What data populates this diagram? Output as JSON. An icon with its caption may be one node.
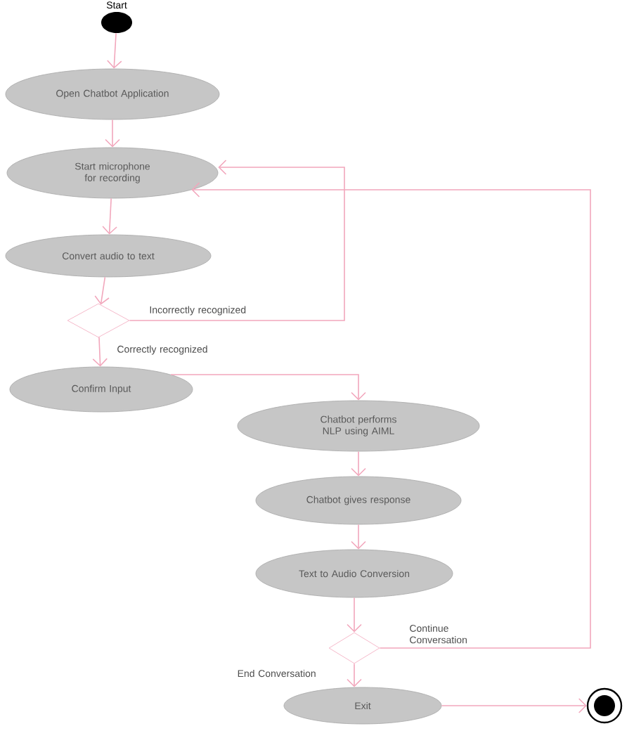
{
  "diagram": {
    "nodes": [
      {
        "text": [],
        "shape": "circle",
        "beside": [
          "Start"
        ]
      },
      {
        "text": [
          "Open Chatbot Application"
        ]
      },
      {
        "text": [
          "Start microphone for recording"
        ]
      },
      {
        "text": [
          "Convert audio to text"
        ]
      },
      {
        "text": [],
        "shape": "diamond"
      },
      {
        "text": [
          "Confirm Input"
        ]
      },
      {
        "text": [
          "Chatbot performs NLP using AIML"
        ]
      },
      {
        "text": [
          "Chatbot gives response"
        ]
      },
      {
        "text": [
          "Text to Audio Conversion"
        ]
      },
      {
        "text": [],
        "shape": "diamond"
      },
      {
        "text": [
          "Exit"
        ]
      },
      {
        "text": [],
        "shape": "circle"
      }
    ],
    "edges": [
      {
        "from": 0,
        "to": 1,
        "arrow": "to"
      },
      {
        "from": 1,
        "to": 2,
        "arrow": "to"
      },
      {
        "from": 2,
        "to": 3,
        "arrow": "to"
      },
      {
        "from": 3,
        "to": 4,
        "arrow": "to"
      },
      {
        "from": 4,
        "to": 2,
        "arrow": "to",
        "label": "Incorrectly recognized"
      },
      {
        "from": 4,
        "to": 5,
        "arrow": "to",
        "label": "Correctly recognized"
      },
      {
        "from": 5,
        "to": 6,
        "arrow": "to"
      },
      {
        "from": 6,
        "to": 7,
        "arrow": "to"
      },
      {
        "from": 7,
        "to": 8,
        "arrow": "to"
      },
      {
        "from": 8,
        "to": 9,
        "arrow": "to"
      },
      {
        "from": 9,
        "to": 2,
        "arrow": "to",
        "label": "Continue Conversation"
      },
      {
        "from": 9,
        "to": 10,
        "arrow": "to",
        "label": "End Conversation"
      },
      {
        "from": 10,
        "to": 11,
        "arrow": "to"
      }
    ]
  }
}
